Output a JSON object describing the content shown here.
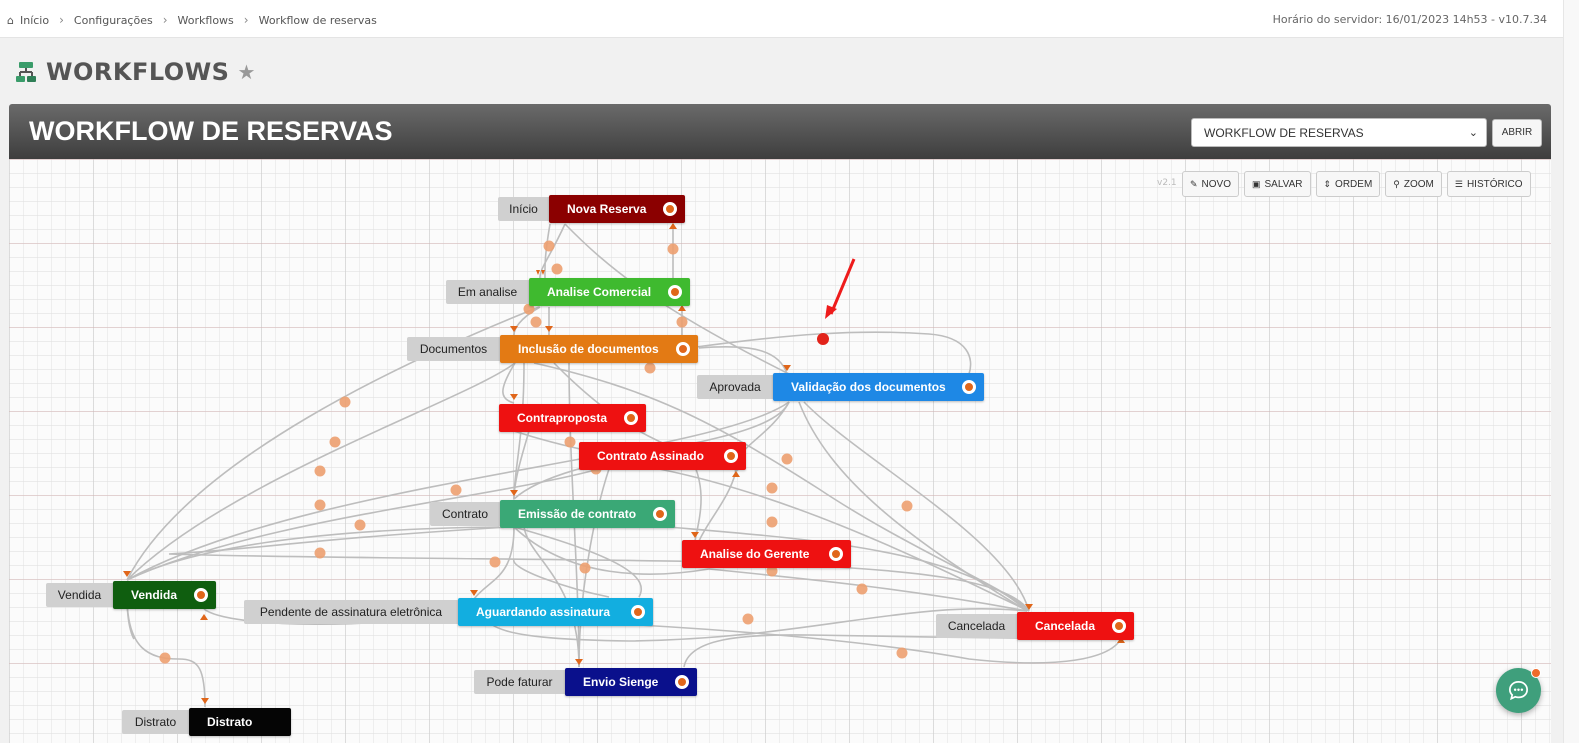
{
  "breadcrumbs": {
    "home": "Início",
    "items": [
      "Configurações",
      "Workflows",
      "Workflow de reservas"
    ]
  },
  "server_time": "Horário do servidor: 16/01/2023 14h53 - v10.7.34",
  "page": {
    "title": "WORKFLOWS"
  },
  "workflow": {
    "title": "WORKFLOW DE RESERVAS",
    "selected": "WORKFLOW DE RESERVAS",
    "open_label": "ABRIR"
  },
  "canvas": {
    "version": "v2.1",
    "toolbar": [
      {
        "label": "NOVO",
        "icon": "pencil-icon"
      },
      {
        "label": "SALVAR",
        "icon": "save-icon"
      },
      {
        "label": "ORDEM",
        "icon": "sort-icon"
      },
      {
        "label": "ZOOM",
        "icon": "search-icon"
      },
      {
        "label": "HISTÓRICO",
        "icon": "list-icon"
      }
    ]
  },
  "nodes": [
    {
      "label": "Início",
      "name": "Nova Reserva",
      "color": "#8b0000"
    },
    {
      "label": "Em analise",
      "name": "Analise Comercial",
      "color": "#3fba2f"
    },
    {
      "label": "Documentos",
      "name": "Inclusão de documentos",
      "color": "#e37a14"
    },
    {
      "label": "Aprovada",
      "name": "Validação dos documentos",
      "color": "#1e88e5"
    },
    {
      "label": "",
      "name": "Contraproposta",
      "color": "#ee1111"
    },
    {
      "label": "",
      "name": "Contrato Assinado",
      "color": "#ee1111"
    },
    {
      "label": "Contrato",
      "name": "Emissão de contrato",
      "color": "#3aa876"
    },
    {
      "label": "",
      "name": "Analise do Gerente",
      "color": "#ee1111"
    },
    {
      "label": "Vendida",
      "name": "Vendida",
      "color": "#0f5e0f"
    },
    {
      "label": "Pendente de assinatura eletrônica",
      "name": "Aguardando assinatura",
      "color": "#12aee0"
    },
    {
      "label": "Cancelada",
      "name": "Cancelada",
      "color": "#ee1111"
    },
    {
      "label": "Pode faturar",
      "name": "Envio Sienge",
      "color": "#0a108c"
    },
    {
      "label": "Distrato",
      "name": "Distrato",
      "color": "#050505"
    }
  ]
}
